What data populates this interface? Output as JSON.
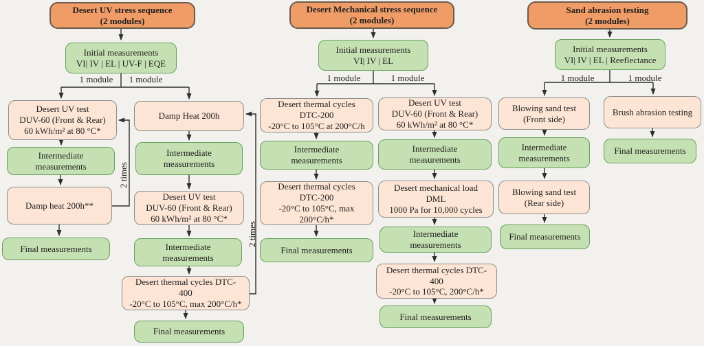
{
  "colors": {
    "bg": "#f3f1ee",
    "header_fill": "#f09c66",
    "header_border": "#6b5b4b",
    "test_fill": "#fce5d4",
    "test_border": "#8c8c8c",
    "measure_fill": "#c5e0b2",
    "measure_border": "#67a05e",
    "line": "#2e2e2e",
    "text": "#1f1f1f"
  },
  "labels": {
    "one_module": "1 module",
    "two_times": "2 times"
  },
  "columns": {
    "desert_uv": {
      "header": "Desert UV stress sequence\n(2 modules)",
      "initial": "Initial measurements\nVI| IV | EL | UV-F | EQE",
      "left": {
        "test1": "Desert UV test\nDUV-60 (Front & Rear)\n60 kWh/m² at 80 °C*",
        "meas1": "Intermediate\nmeasurements",
        "test2": "Damp heat 200h**",
        "final": "Final measurements"
      },
      "right": {
        "test1": "Damp Heat 200h",
        "meas1": "Intermediate\nmeasurements",
        "test2": "Desert UV test\nDUV-60 (Front & Rear)\n60 kWh/m² at 80 °C*",
        "meas2": "Intermediate\nmeasurements",
        "test3": "Desert thermal cycles DTC-\n400\n-20°C to 105°C, max 200°C/h*",
        "final": "Final measurements"
      }
    },
    "desert_mechanical": {
      "header": "Desert Mechanical stress sequence\n(2 modules)",
      "initial": "Initial measurements\nVI| IV | EL",
      "left": {
        "test1": "Desert thermal cycles\nDTC-200\n-20°C to 105°C at 200°C/h",
        "meas1": "Intermediate\nmeasurements",
        "test2": "Desert thermal cycles\nDTC-200\n-20°C to 105°C, max\n200°C/h*",
        "final": "Final measurements"
      },
      "right": {
        "test1": "Desert UV test\nDUV-60 (Front & Rear)\n60 kWh/m² at 80 °C*",
        "meas1": "Intermediate\nmeasurements",
        "test2": "Desert mechanical load\nDML\n1000 Pa for 10,000 cycles",
        "meas2": "Intermediate\nmeasurements",
        "test3": "Desert thermal cycles DTC-\n400\n-20°C to 105°C, 200°C/h*",
        "final": "Final measurements"
      }
    },
    "sand_abrasion": {
      "header": "Sand abrasion testing\n(2 modules)",
      "initial": "Initial measurements\nVI| IV | EL | Reeflectance",
      "left": {
        "test1": "Blowing sand test\n(Front side)",
        "meas1": "Intermediate\nmeasurements",
        "test2": "Blowing sand test\n(Rear side)",
        "final": "Final measurements"
      },
      "right": {
        "test1": "Brush abrasion testing",
        "final": "Final measurements"
      }
    }
  }
}
